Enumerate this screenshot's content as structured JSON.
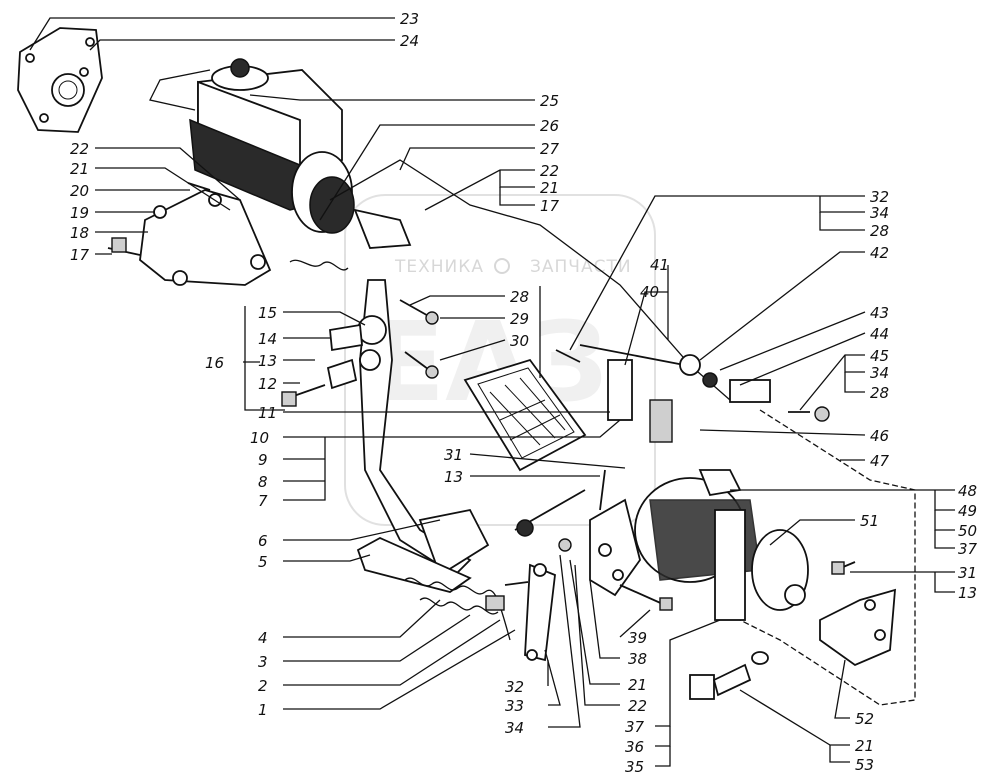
{
  "watermark": {
    "left": "ТЕХНИКА",
    "right": "ЗАПЧАСТИ"
  },
  "labels": {
    "l23": "23",
    "l24": "24",
    "l25": "25",
    "l26": "26",
    "l27": "27",
    "l22a": "22",
    "l21a": "21",
    "l17a": "17",
    "l22b": "22",
    "l21b": "21",
    "l20": "20",
    "l19": "19",
    "l18": "18",
    "l17b": "17",
    "l32a": "32",
    "l34a": "34",
    "l28a": "28",
    "l42": "42",
    "l41": "41",
    "l40": "40",
    "l43": "43",
    "l44": "44",
    "l45": "45",
    "l34b": "34",
    "l28b": "28",
    "l28c": "28",
    "l29": "29",
    "l30": "30",
    "l15": "15",
    "l14": "14",
    "l16": "16",
    "l13a": "13",
    "l12": "12",
    "l11": "11",
    "l10": "10",
    "l9": "9",
    "l8": "8",
    "l7": "7",
    "l31a": "31",
    "l13b": "13",
    "l46": "46",
    "l47": "47",
    "l48": "48",
    "l49": "49",
    "l50": "50",
    "l37a": "37",
    "l31b": "31",
    "l13c": "13",
    "l51": "51",
    "l6": "6",
    "l5": "5",
    "l4": "4",
    "l3": "3",
    "l2": "2",
    "l1": "1",
    "l39": "39",
    "l38": "38",
    "l21c": "21",
    "l22c": "22",
    "l32b": "32",
    "l33": "33",
    "l34c": "34",
    "l37b": "37",
    "l36": "36",
    "l35": "35",
    "l52": "52",
    "l21d": "21",
    "l53": "53"
  }
}
